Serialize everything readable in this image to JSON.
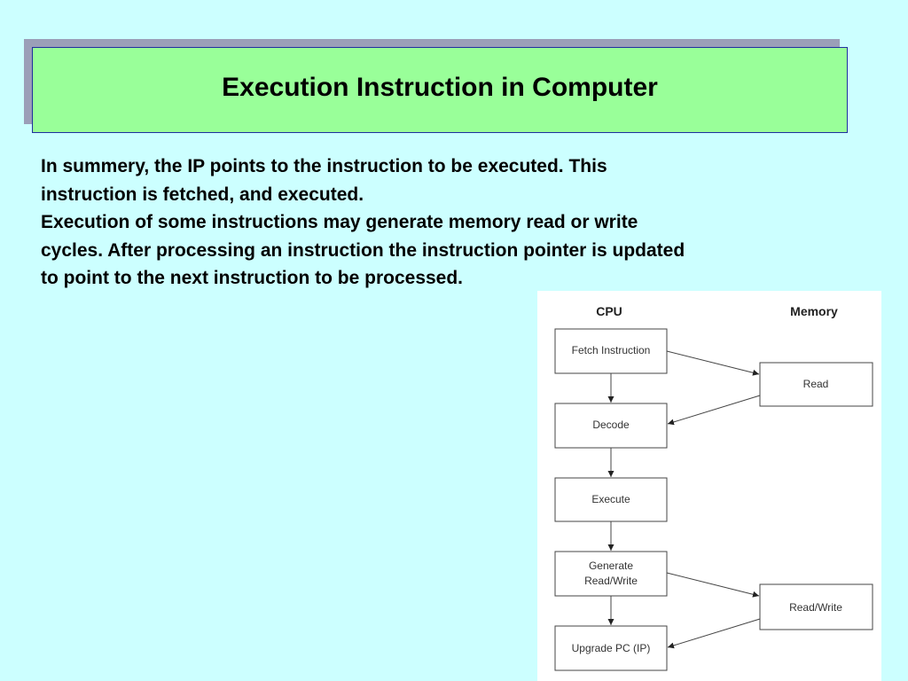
{
  "slide": {
    "title": "Execution Instruction in Computer",
    "paragraph_lines": [
      "In summery, the IP points to the instruction to be executed. This",
      "instruction is fetched, and executed.",
      "Execution of some instructions may generate memory read or write",
      "cycles. After processing an instruction the instruction pointer is updated",
      "to point to the next instruction to be processed."
    ]
  },
  "diagram": {
    "columns": {
      "cpu": "CPU",
      "memory": "Memory"
    },
    "cpu_steps": {
      "fetch": [
        "Fetch Instruction"
      ],
      "decode": [
        "Decode"
      ],
      "execute": [
        "Execute"
      ],
      "generate": [
        "Generate",
        "Read/Write"
      ],
      "upgrade": [
        "Upgrade PC (IP)"
      ]
    },
    "memory_steps": {
      "read": [
        "Read"
      ],
      "read_write": [
        "Read/Write"
      ]
    },
    "colors": {
      "background": "#ccffff",
      "title_fill": "#99ff99",
      "title_border": "#1f2f9f",
      "title_shadow": "#9b9fb8",
      "diagram_line": "#444444"
    }
  }
}
